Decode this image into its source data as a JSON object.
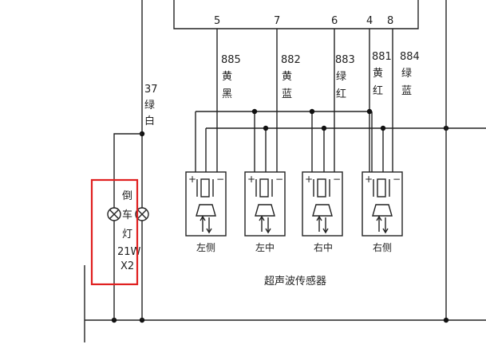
{
  "ecu": {
    "pins": [
      "5",
      "7",
      "6",
      "4",
      "8"
    ]
  },
  "wires": [
    {
      "code": "885",
      "color": [
        "黄",
        "黑"
      ]
    },
    {
      "code": "882",
      "color": [
        "黄",
        "蓝"
      ]
    },
    {
      "code": "883",
      "color": [
        "绿",
        "红"
      ]
    },
    {
      "code": "881",
      "color": [
        "黄",
        "红"
      ]
    },
    {
      "code": "884",
      "color": [
        "绿",
        "蓝"
      ]
    }
  ],
  "lamp_wire": {
    "code": "37",
    "color": [
      "绿",
      "白"
    ]
  },
  "sensors": [
    {
      "label": "左侧",
      "plus": "+",
      "minus": "−"
    },
    {
      "label": "左中",
      "plus": "+",
      "minus": "−"
    },
    {
      "label": "右中",
      "plus": "+",
      "minus": "−"
    },
    {
      "label": "右侧",
      "plus": "+",
      "minus": "−"
    }
  ],
  "sensor_group_caption": "超声波传感器",
  "reverse_lamp": {
    "chars": [
      "倒",
      "车",
      "灯"
    ],
    "rating": "21W",
    "count": "X2"
  },
  "colors": {
    "line": "#222222",
    "highlight": "#e02020"
  }
}
